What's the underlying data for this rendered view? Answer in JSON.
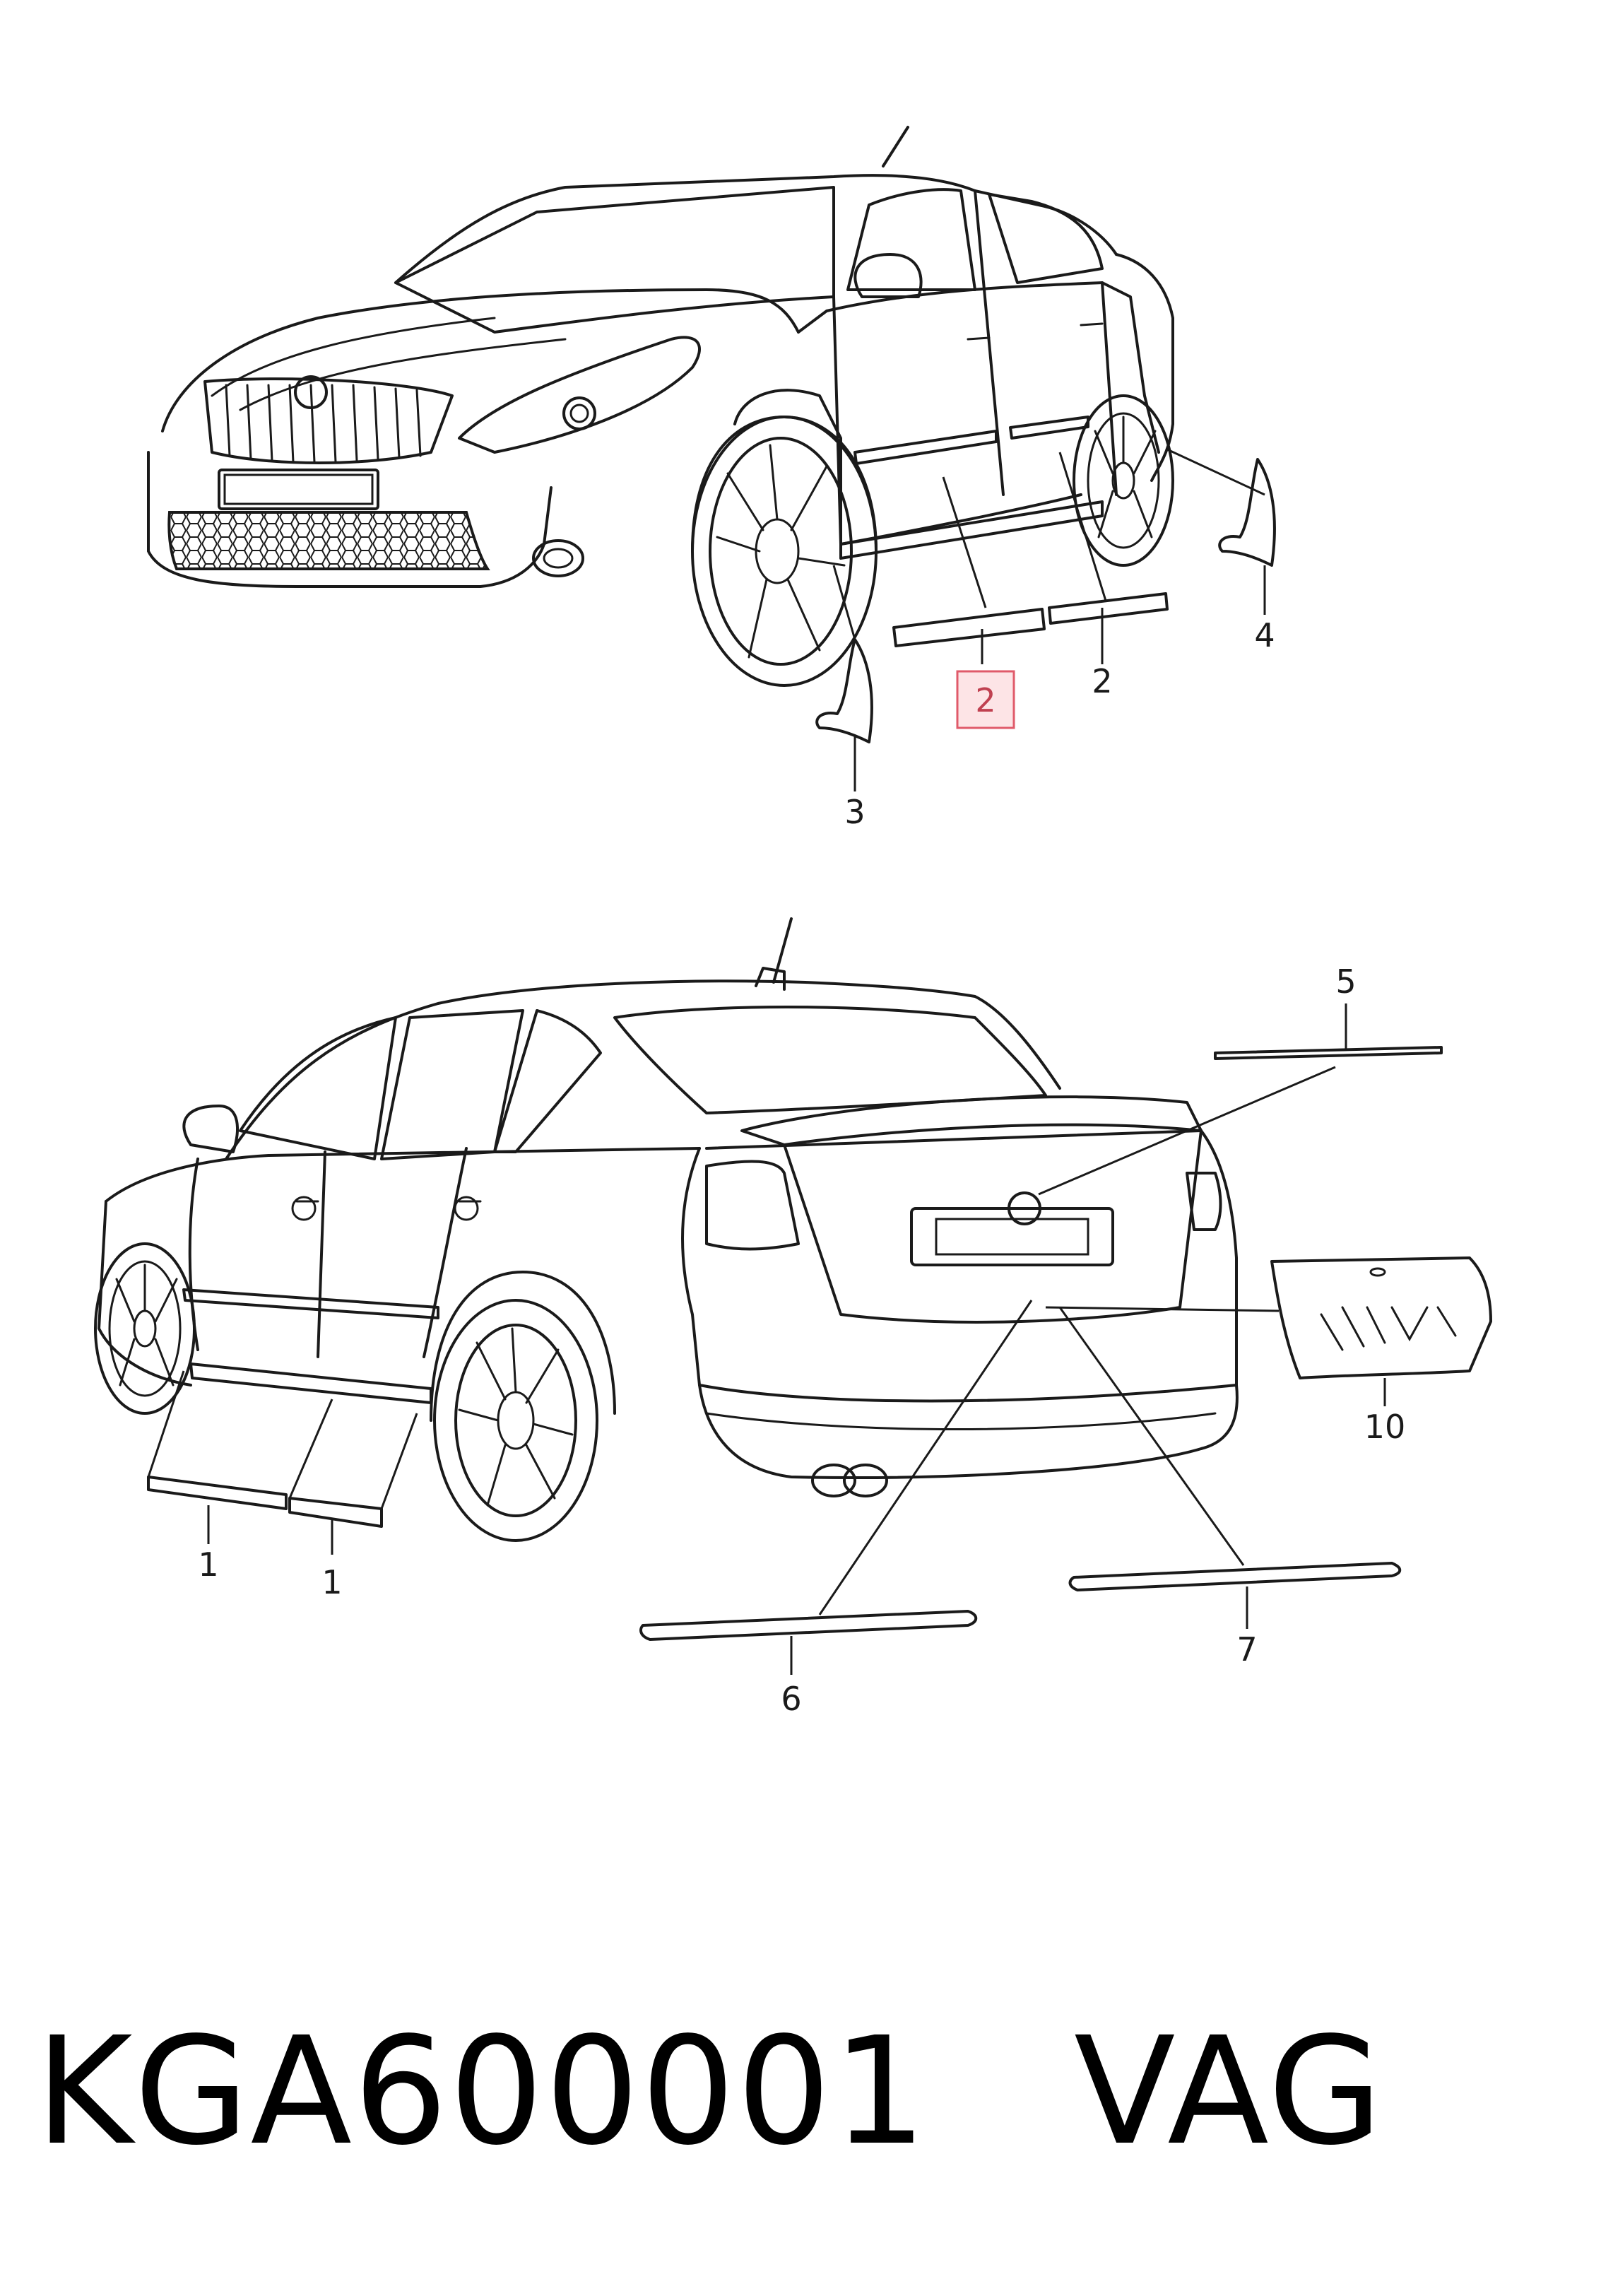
{
  "callouts": {
    "c1a": "1",
    "c1b": "1",
    "c2a": "2",
    "c2b": "2",
    "c3": "3",
    "c4": "4",
    "c5": "5",
    "c6": "6",
    "c7": "7",
    "c10": "10"
  },
  "footer": {
    "part_number": "KGA600001",
    "brand": "VAG"
  },
  "colors": {
    "line": "#1a1a1a",
    "highlight_fill": "#fde4e6",
    "highlight_stroke": "#e05a6a"
  }
}
